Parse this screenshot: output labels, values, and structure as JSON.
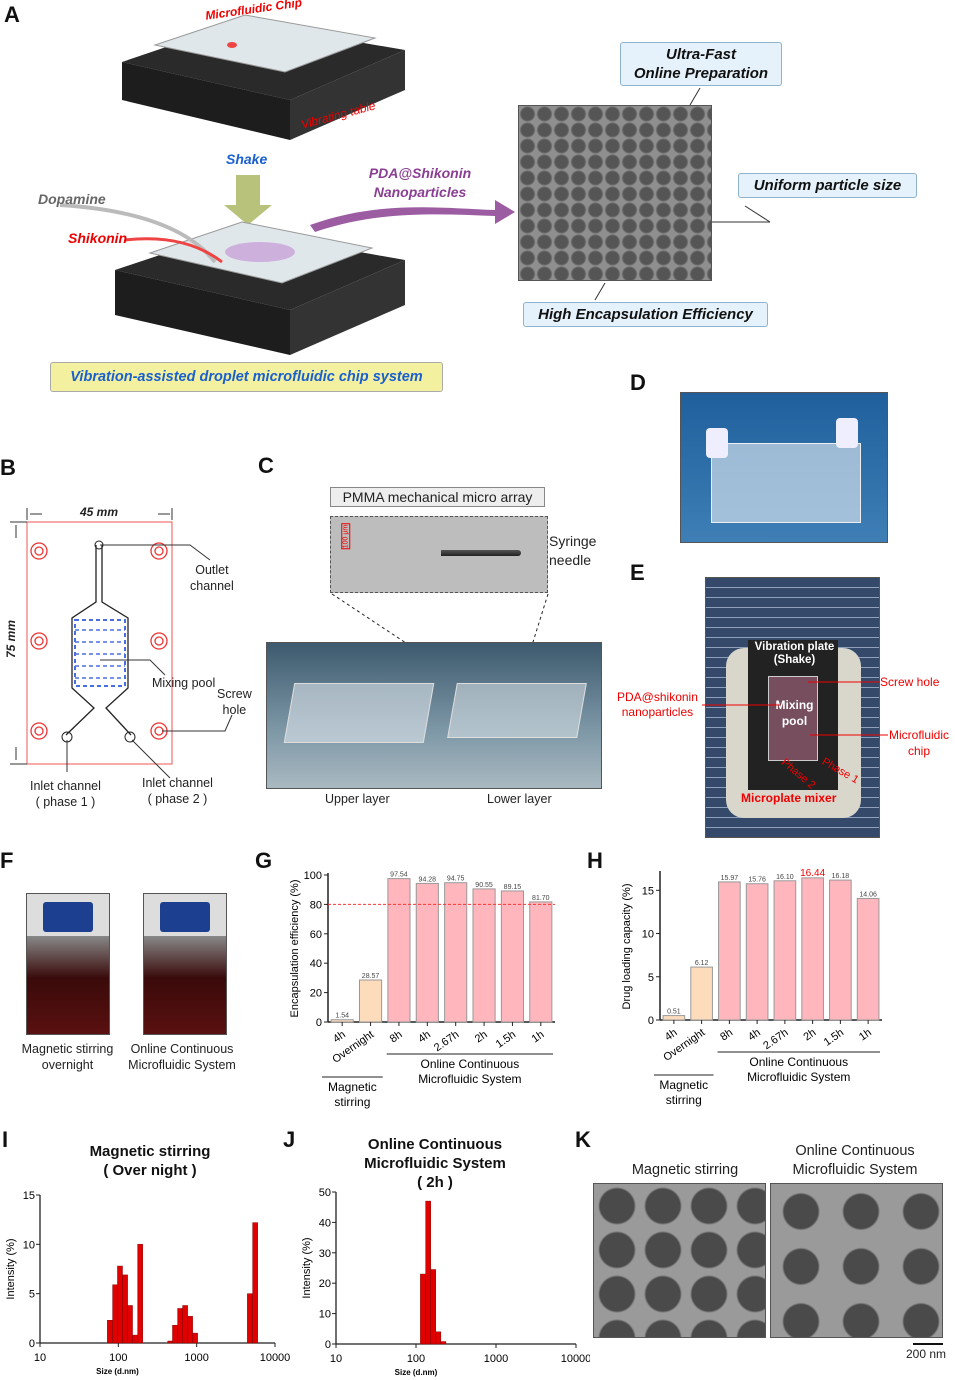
{
  "panels": {
    "a": "A",
    "b": "B",
    "c": "C",
    "d": "D",
    "e": "E",
    "f": "F",
    "g": "G",
    "h": "H",
    "i": "I",
    "j": "J",
    "k": "K"
  },
  "panel_a": {
    "microfluidic_chip": "Microfluidic Chip",
    "vibrating_table": "Vibrating table",
    "shake": "Shake",
    "dopamine": "Dopamine",
    "shikonin": "Shikonin",
    "nanoparticles": "PDA@Shikonin\nNanoparticles",
    "callout_fast": "Ultra-Fast\nOnline Preparation",
    "callout_uniform": "Uniform particle size",
    "callout_efficiency": "High Encapsulation Efficiency",
    "system_label": "Vibration-assisted droplet microfluidic chip system"
  },
  "panel_b": {
    "width": "45 mm",
    "height": "75 mm",
    "outlet": "Outlet\nchannel",
    "mixing_pool": "Mixing pool",
    "screw_hole": "Screw\nhole",
    "inlet1": "Inlet channel\n( phase 1 )",
    "inlet2": "Inlet channel\n( phase 2 )"
  },
  "panel_c": {
    "array_title": "PMMA mechanical micro array",
    "needle": "Syringe\nneedle",
    "scale": "100 μm",
    "upper": "Upper layer",
    "lower": "Lower layer"
  },
  "panel_e": {
    "vibration_plate": "Vibration plate\n(Shake)",
    "mixing_pool": "Mixing\npool",
    "screw_hole": "Screw hole",
    "nanoparticles": "PDA@shikonin\nnanoparticles",
    "chip": "Microfluidic\nchip",
    "phase1": "Phase 1",
    "phase2": "Phase 2",
    "mixer": "Microplate mixer"
  },
  "panel_f": {
    "left": "Magnetic stirring\novernight",
    "right": "Online Continuous\nMicrofluidic System"
  },
  "panel_k": {
    "left": "Magnetic stirring",
    "right": "Online Continuous\nMicrofluidic System",
    "scale": "200 nm"
  },
  "colors": {
    "pink": "#ffb6bd",
    "peach": "#fddcbc",
    "red": "#e00000",
    "blue": "#1a5fd0",
    "purple": "#8a3f92"
  },
  "chart_data": [
    {
      "id": "G",
      "type": "bar",
      "ylabel": "Encapsulation efficiency (%)",
      "ylim": [
        0,
        100
      ],
      "yticks": [
        0,
        20,
        40,
        60,
        80,
        100
      ],
      "reference_line": 80,
      "categories": [
        "4h",
        "Overnight",
        "8h",
        "4h",
        "2.67h",
        "2h",
        "1.5h",
        "1h"
      ],
      "values": [
        1.54,
        28.57,
        97.54,
        94.28,
        94.75,
        90.55,
        89.15,
        81.7
      ],
      "labels": [
        "1.54",
        "28.57",
        "97.54",
        "94.28",
        "94.75",
        "90.55",
        "89.15",
        "81.70"
      ],
      "groups": [
        {
          "name": "Magnetic\nstirring",
          "from": 0,
          "to": 1,
          "color": "#fddcbc"
        },
        {
          "name": "Online Continuous\nMicrofluidic System",
          "from": 2,
          "to": 7,
          "color": "#ffb6bd"
        }
      ]
    },
    {
      "id": "H",
      "type": "bar",
      "ylabel": "Drug loading capacity (%)",
      "ylim": [
        0,
        17
      ],
      "yticks": [
        0,
        5,
        10,
        15
      ],
      "categories": [
        "4h",
        "Overnight",
        "8h",
        "4h",
        "2.67h",
        "2h",
        "1.5h",
        "1h"
      ],
      "values": [
        0.51,
        6.12,
        15.97,
        15.76,
        16.1,
        16.44,
        16.18,
        14.06
      ],
      "labels": [
        "0.51",
        "6.12",
        "15.97",
        "15.76",
        "16.10",
        "16.44",
        "16.18",
        "14.06"
      ],
      "highlight": 5,
      "groups": [
        {
          "name": "Magnetic\nstirring",
          "from": 0,
          "to": 1,
          "color": "#fddcbc"
        },
        {
          "name": "Online Continuous\nMicrofluidic System",
          "from": 2,
          "to": 7,
          "color": "#ffb6bd"
        }
      ]
    },
    {
      "id": "I",
      "type": "bar",
      "title": "Magnetic stirring\n( Over night )",
      "xlabel": "Size (d.nm)",
      "ylabel": "Intensity (%)",
      "xscale": "log",
      "xlim": [
        10,
        10000
      ],
      "ylim": [
        0,
        15
      ],
      "yticks": [
        0,
        5,
        10,
        15
      ],
      "xticks": [
        10,
        100,
        1000,
        10000
      ],
      "x": [
        78,
        91,
        105,
        122,
        141,
        164,
        190,
        459,
        529,
        615,
        712,
        825,
        955,
        4780,
        5580
      ],
      "values": [
        2.3,
        5.9,
        7.8,
        6.9,
        3.8,
        0.8,
        10.0,
        0.2,
        1.8,
        3.5,
        3.8,
        2.7,
        1.0,
        5.0,
        12.2
      ]
    },
    {
      "id": "J",
      "type": "bar",
      "title": "Online Continuous\nMicrofluidic System\n( 2h )",
      "xlabel": "Size (d.nm)",
      "ylabel": "Intensity (%)",
      "xscale": "log",
      "xlim": [
        10,
        10000
      ],
      "ylim": [
        0,
        50
      ],
      "yticks": [
        0,
        10,
        20,
        30,
        40,
        50
      ],
      "xticks": [
        10,
        100,
        1000,
        10000
      ],
      "x": [
        122,
        142,
        164,
        190,
        220
      ],
      "values": [
        23.0,
        47.0,
        24.5,
        4.0,
        0.8
      ]
    }
  ]
}
